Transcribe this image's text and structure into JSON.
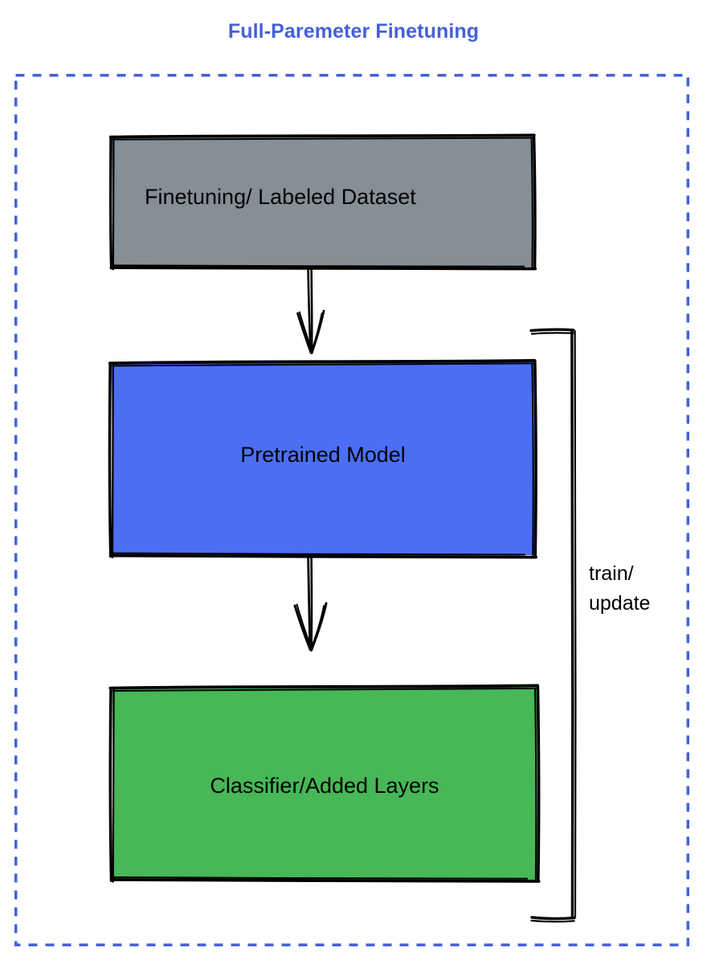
{
  "diagram": {
    "title": "Full-Paremeter Finetuning",
    "title_color": "#4560d8",
    "frame": {
      "style": "dashed",
      "color": "#4560d8"
    },
    "nodes": [
      {
        "id": "dataset",
        "label": "Finetuning/ Labeled Dataset",
        "fill": "#868e96",
        "stroke": "#000000",
        "shape": "rectangle"
      },
      {
        "id": "pretrained-model",
        "label": "Pretrained Model",
        "fill": "#4c6ef5",
        "stroke": "#000000",
        "shape": "rectangle"
      },
      {
        "id": "classifier",
        "label": "Classifier/Added Layers",
        "fill": "#47b757",
        "stroke": "#000000",
        "shape": "rectangle"
      }
    ],
    "edges": [
      {
        "id": "dataset-to-model",
        "from": "dataset",
        "to": "pretrained-model",
        "label": "",
        "arrow": "down"
      },
      {
        "id": "model-to-classifier",
        "from": "pretrained-model",
        "to": "classifier",
        "label": "",
        "arrow": "down"
      },
      {
        "id": "classifier-to-model-loop",
        "from": "classifier",
        "to": "pretrained-model",
        "label": "train/\nupdate",
        "arrow": "none"
      }
    ]
  }
}
